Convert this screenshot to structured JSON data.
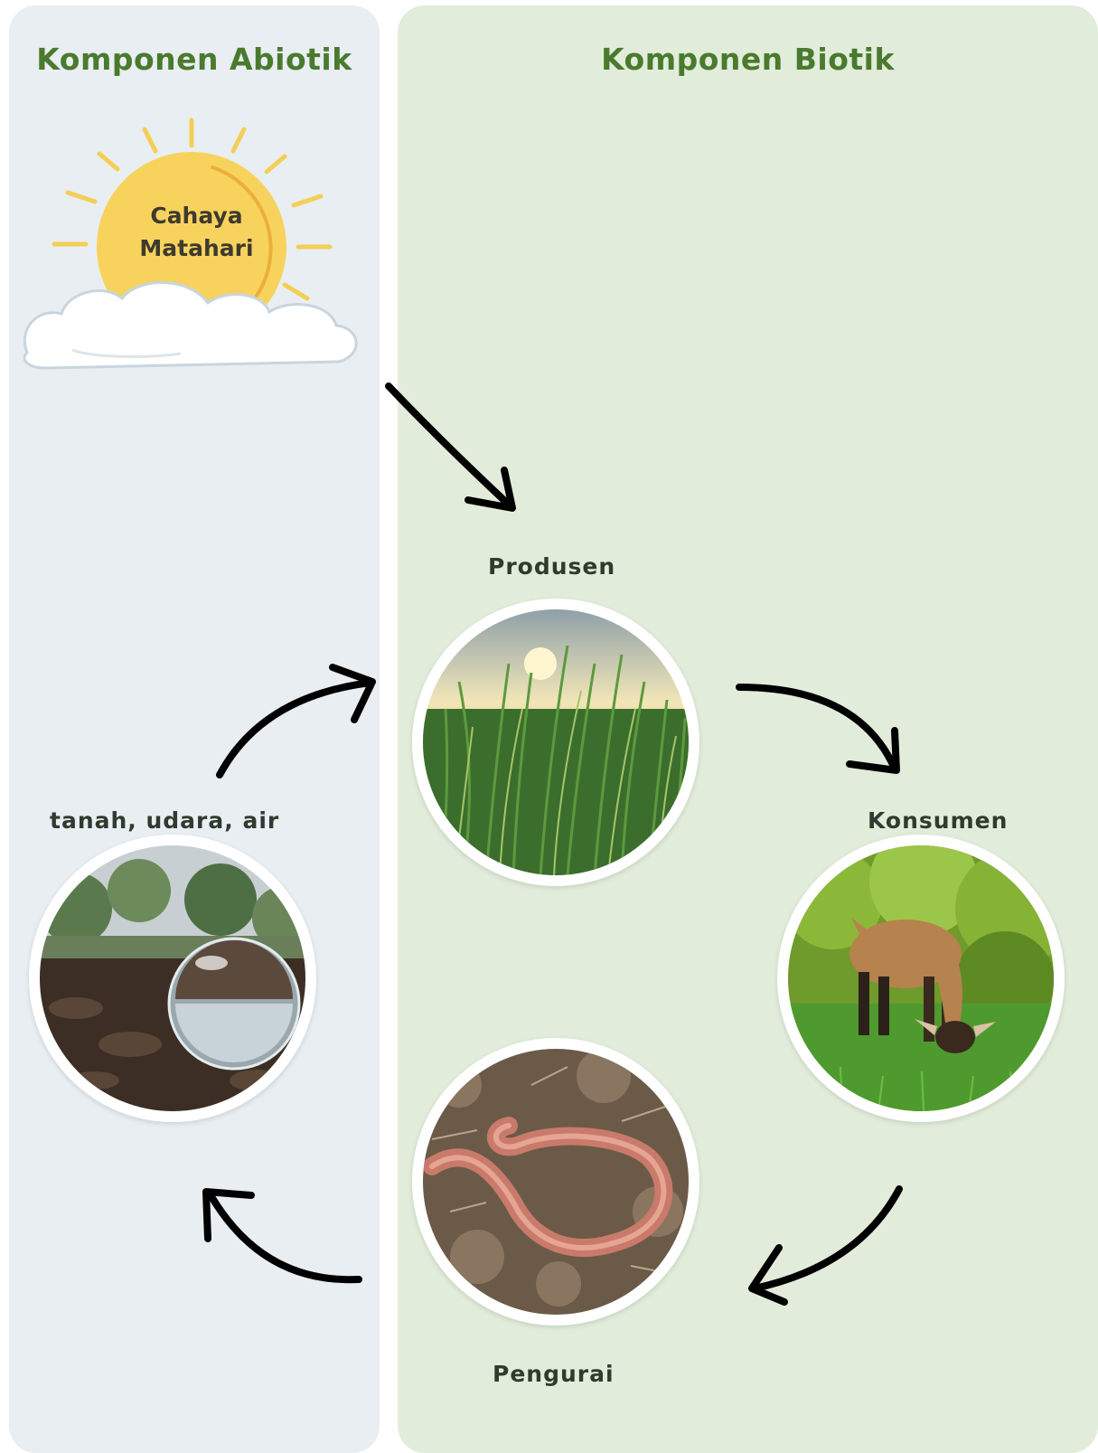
{
  "panels": {
    "abiotic": {
      "title": "Komponen Abiotik"
    },
    "biotic": {
      "title": "Komponen Biotik"
    }
  },
  "sun": {
    "line1": "Cahaya",
    "line2": "Matahari"
  },
  "nodes": {
    "produsen": {
      "label": "Produsen"
    },
    "konsumen": {
      "label": "Konsumen"
    },
    "pengurai": {
      "label": "Pengurai"
    },
    "abiotic": {
      "label": "tanah, udara, air"
    }
  },
  "colors": {
    "abiotic_bg": "#e9eef2",
    "biotic_bg": "#e1edda",
    "title_green": "#4a7a2e",
    "sun_yellow": "#f7d35e",
    "arrow": "#000000"
  }
}
